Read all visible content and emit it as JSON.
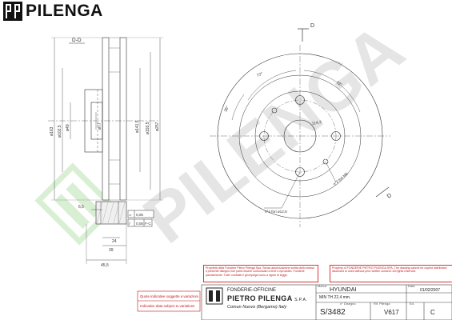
{
  "brand": {
    "name": "PILENGA",
    "logo_letters": "PP"
  },
  "watermark": {
    "text": "PILENGA"
  },
  "section_view": {
    "label": "D-D",
    "dims": {
      "d163": "ø163",
      "d1025": "ø102,5",
      "d49": "ø49",
      "d77": "ø77",
      "d1415": "ø141,5",
      "d1935": "ø193,5",
      "d257": "ø257",
      "t65": "6,5",
      "t24": "24",
      "t39": "39",
      "t455": "45,5"
    },
    "tolerances": [
      {
        "symbol": "▱",
        "value": "0,05"
      },
      {
        "symbol": "⫽",
        "value": "0,05",
        "ref": "F-C"
      }
    ]
  },
  "front_view": {
    "section_mark": "D",
    "labels": {
      "pcd": "114,3",
      "angle72": "72°",
      "angle72b": "72°",
      "angle36": "36°",
      "holes": "n°4 fori ø12,8",
      "thread_holes": "n°2 fori M8"
    }
  },
  "notices": {
    "left_it": "Proprietà della Fonderie Pietro Pilenga Spa. Senza autorizzazione scritta dello stesso il presente disegno non potrà essere comunicato a terzi o riprodotto. Fonderie parzialmente. Tutti i contratti e gli impegni sono a rigore di legge.",
    "right_en": "Property of FONDERIE PIETRO PILENGA SPA. The drawing cannot be copied distributed disclosed or used without prior written consent. All rights reserved."
  },
  "disclaimers": {
    "line1": "Quote indicative soggette a variazioni",
    "line2": "Indicative data subject to variations"
  },
  "title_block": {
    "foundry": "FONDERIE-OFFICINE",
    "company": "PIETRO PILENGA",
    "company_suffix": "S.P.A.",
    "address": "Comun Nuovo (Bergamo) Italy",
    "brand_label": "Marca",
    "brand_value": "HYUNDAI",
    "date_label": "Data",
    "date_value": "01/02/2007",
    "min_th": "MIN TH 22,4 mm.",
    "drawing_no_label": "n° Disegno",
    "drawing_no": "S/3482",
    "ref_label": "Rif. Pilenga",
    "ref_value": "V617",
    "rev_label": "Ed.",
    "rev_value": "C"
  },
  "colors": {
    "line": "#333333",
    "accent_red": "#c4161c",
    "watermark": "#d4d4d4",
    "watermark_green": "#b9e3b0"
  }
}
